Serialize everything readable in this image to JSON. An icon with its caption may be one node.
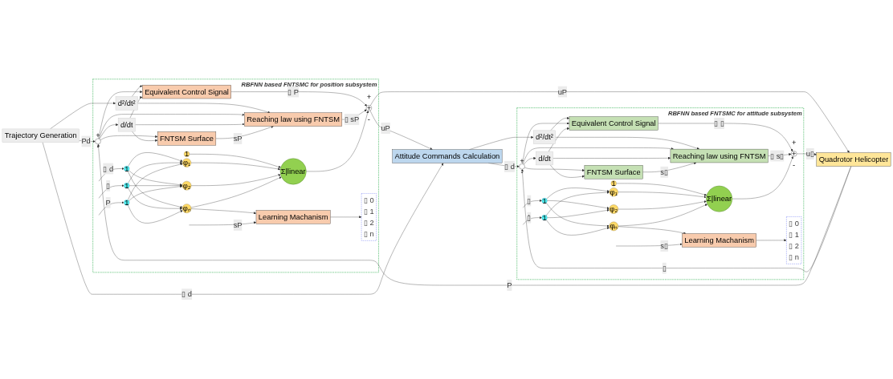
{
  "diagram": {
    "nodes": [
      {
        "text": [
          "Trajectory Generation"
        ]
      },
      {
        "text": [
          "RBFNN based FNTSMC for position subsystem"
        ]
      },
      {
        "text": [
          "d²/dt²"
        ],
        "in": 1
      },
      {
        "text": [
          "+",
          "-"
        ],
        "in": 1
      },
      {
        "text": [
          "d/dt"
        ],
        "in": 1
      },
      {
        "text": [
          "Equivalent Control Signal"
        ],
        "in": 1
      },
      {
        "text": [
          "FNTSM Surface"
        ],
        "in": 1
      },
      {
        "text": [
          "Reaching law using FNTSM"
        ],
        "in": 1
      },
      {
        "text": [
          "+",
          "+",
          "-"
        ],
        "in": 1
      },
      {
        "text": [
          "1"
        ],
        "in": 1
      },
      {
        "text": [
          "1"
        ],
        "in": 1
      },
      {
        "text": [
          "1"
        ],
        "in": 1
      },
      {
        "text": [
          "1"
        ],
        "in": 1
      },
      {
        "text": [
          "φ₁"
        ],
        "in": 1
      },
      {
        "text": [
          "φ₂"
        ],
        "in": 1
      },
      {
        "text": [
          "φₙ"
        ],
        "in": 1
      },
      {
        "text": [
          "▯ 0",
          "▯ 1",
          "▯ 2",
          "▯ n"
        ],
        "in": 1
      },
      {
        "text": [
          "Σ|linear"
        ],
        "in": 1
      },
      {
        "text": [
          "Learning Machanism"
        ],
        "in": 1
      },
      {
        "text": [
          "Attitude Commands Calculation"
        ]
      },
      {
        "text": [
          "RBFNN based FNTSMC for attitude subsystem"
        ]
      },
      {
        "text": [
          "d²/dt²"
        ],
        "in": 20
      },
      {
        "text": [
          "+",
          "-"
        ],
        "in": 20
      },
      {
        "text": [
          "d/dt"
        ],
        "in": 20
      },
      {
        "text": [
          "Equivalent Control Signal"
        ],
        "in": 20
      },
      {
        "text": [
          "FNTSM Surface"
        ],
        "in": 20
      },
      {
        "text": [
          "Reaching law using FNTSM"
        ],
        "in": 20
      },
      {
        "text": [
          "+",
          "+",
          "-"
        ],
        "in": 20
      },
      {
        "text": [
          "1"
        ],
        "in": 20
      },
      {
        "text": [
          "1"
        ],
        "in": 20
      },
      {
        "text": [
          "1"
        ],
        "in": 20
      },
      {
        "text": [
          "φ₁"
        ],
        "in": 20
      },
      {
        "text": [
          "φ₂"
        ],
        "in": 20
      },
      {
        "text": [
          "φₙ"
        ],
        "in": 20
      },
      {
        "text": [
          "▯ 0",
          "▯ 1",
          "▯ 2",
          "▯ n"
        ],
        "in": 20
      },
      {
        "text": [
          "Σ|linear"
        ],
        "in": 20
      },
      {
        "text": [
          "Learning Machanism"
        ],
        "in": 20
      },
      {
        "text": [
          "Quadrotor Helicopter"
        ]
      }
    ],
    "edges": [
      {
        "from": 0,
        "to": 3,
        "arrow": "to",
        "label": "Pd"
      },
      {
        "from": 0,
        "to": 2,
        "arrow": "to"
      },
      {
        "from": 2,
        "to": 5,
        "arrow": "to"
      },
      {
        "from": 2,
        "to": 7,
        "arrow": "to"
      },
      {
        "from": 3,
        "to": 6,
        "arrow": "to"
      },
      {
        "from": 3,
        "to": 4,
        "arrow": "to"
      },
      {
        "from": 3,
        "to": 5,
        "arrow": "to"
      },
      {
        "from": 3,
        "to": 7,
        "arrow": "to"
      },
      {
        "from": 4,
        "to": 6,
        "arrow": "to"
      },
      {
        "from": 4,
        "to": 5,
        "arrow": "to"
      },
      {
        "from": 4,
        "to": 7,
        "arrow": "to"
      },
      {
        "from": 6,
        "to": 7,
        "arrow": "to",
        "label": "sP"
      },
      {
        "from": 5,
        "to": 8,
        "arrow": "to",
        "label": "▯ P"
      },
      {
        "from": 7,
        "to": 8,
        "arrow": "to",
        "label": "▯ sP"
      },
      {
        "from": 17,
        "to": 8,
        "arrow": "to"
      },
      {
        "from": 8,
        "to": 19,
        "arrow": "to",
        "label": "uP"
      },
      {
        "from": 8,
        "to": 37,
        "arrow": "to",
        "label": "uP"
      },
      {
        "from": 0,
        "to": 19,
        "arrow": "to",
        "label": "▯ d"
      },
      {
        "from": 37,
        "to": 3,
        "arrow": "to",
        "label": "P"
      },
      {
        "from": null,
        "to": 9,
        "arrow": "to",
        "label": "▯ d"
      },
      {
        "from": null,
        "to": 10,
        "arrow": "to",
        "label": "▯"
      },
      {
        "from": null,
        "to": 11,
        "arrow": "to",
        "label": "P"
      },
      {
        "from": 9,
        "to": 13,
        "arrow": "to"
      },
      {
        "from": 9,
        "to": 14,
        "arrow": "to"
      },
      {
        "from": 9,
        "to": 15,
        "arrow": "to"
      },
      {
        "from": 10,
        "to": 13,
        "arrow": "to"
      },
      {
        "from": 10,
        "to": 14,
        "arrow": "to"
      },
      {
        "from": 10,
        "to": 15,
        "arrow": "to"
      },
      {
        "from": 11,
        "to": 13,
        "arrow": "to"
      },
      {
        "from": 11,
        "to": 14,
        "arrow": "to"
      },
      {
        "from": 11,
        "to": 15,
        "arrow": "to"
      },
      {
        "from": 12,
        "to": 17,
        "arrow": "to"
      },
      {
        "from": 13,
        "to": 17,
        "arrow": "to"
      },
      {
        "from": 14,
        "to": 17,
        "arrow": "to"
      },
      {
        "from": 15,
        "to": 17,
        "arrow": "to"
      },
      {
        "from": 15,
        "to": 18,
        "arrow": "to"
      },
      {
        "from": 18,
        "to": 16,
        "arrow": "to"
      },
      {
        "from": null,
        "to": 18,
        "arrow": "to",
        "label": "sP"
      },
      {
        "from": 19,
        "to": 22,
        "arrow": "to",
        "label": "▯ d"
      },
      {
        "from": 19,
        "to": 21,
        "arrow": "to"
      },
      {
        "from": 21,
        "to": 24,
        "arrow": "to"
      },
      {
        "from": 21,
        "to": 26,
        "arrow": "to"
      },
      {
        "from": 22,
        "to": 25,
        "arrow": "to"
      },
      {
        "from": 22,
        "to": 23,
        "arrow": "to"
      },
      {
        "from": 22,
        "to": 24,
        "arrow": "to"
      },
      {
        "from": 22,
        "to": 26,
        "arrow": "to"
      },
      {
        "from": 23,
        "to": 25,
        "arrow": "to"
      },
      {
        "from": 23,
        "to": 24,
        "arrow": "to"
      },
      {
        "from": 23,
        "to": 26,
        "arrow": "to"
      },
      {
        "from": 25,
        "to": 26,
        "arrow": "to",
        "label": "s▯"
      },
      {
        "from": 24,
        "to": 27,
        "arrow": "to",
        "label": "▯ ▯"
      },
      {
        "from": 26,
        "to": 27,
        "arrow": "to",
        "label": "▯ s▯"
      },
      {
        "from": 35,
        "to": 27,
        "arrow": "to"
      },
      {
        "from": 27,
        "to": 37,
        "arrow": "to",
        "label": "u▯"
      },
      {
        "from": 37,
        "to": 22,
        "arrow": "to",
        "label": "▯"
      },
      {
        "from": null,
        "to": 28,
        "arrow": "to",
        "label": "▯"
      },
      {
        "from": null,
        "to": 29,
        "arrow": "to",
        "label": "▯̇"
      },
      {
        "from": 28,
        "to": 31,
        "arrow": "to"
      },
      {
        "from": 28,
        "to": 32,
        "arrow": "to"
      },
      {
        "from": 28,
        "to": 33,
        "arrow": "to"
      },
      {
        "from": 29,
        "to": 31,
        "arrow": "to"
      },
      {
        "from": 29,
        "to": 32,
        "arrow": "to"
      },
      {
        "from": 29,
        "to": 33,
        "arrow": "to"
      },
      {
        "from": 30,
        "to": 35,
        "arrow": "to"
      },
      {
        "from": 31,
        "to": 35,
        "arrow": "to"
      },
      {
        "from": 32,
        "to": 35,
        "arrow": "to"
      },
      {
        "from": 33,
        "to": 35,
        "arrow": "to"
      },
      {
        "from": 33,
        "to": 36,
        "arrow": "to"
      },
      {
        "from": 36,
        "to": 34,
        "arrow": "to"
      },
      {
        "from": null,
        "to": 36,
        "arrow": "to",
        "label": "s▯"
      }
    ]
  }
}
